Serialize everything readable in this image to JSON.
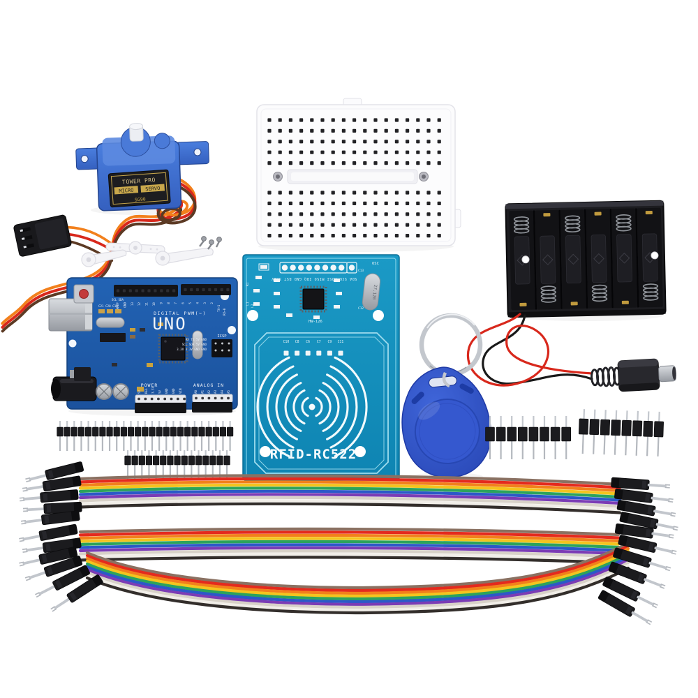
{
  "kit": {
    "components": [
      "micro-servo-sg90",
      "servo-horns",
      "mounting-screws",
      "mini-breadboard",
      "six-aa-battery-holder",
      "dc-barrel-plug",
      "arduino-uno-board",
      "rfid-rc522-module",
      "rfid-key-fob",
      "metal-keyring",
      "male-pin-headers",
      "rainbow-jumper-wire-ribbons"
    ]
  },
  "palette": {
    "background": "#ffffff",
    "arduino_pcb": "#1e5cab",
    "rfid_pcb": "#1591bd",
    "fob_blue": "#2f55cf",
    "servo_blue": "#3e6fd2",
    "plastic_black": "#1b1b1e",
    "metal_silver": "#c2c6cc",
    "ribbon": [
      "#8a7162",
      "#e42a1e",
      "#f2801c",
      "#f4c41e",
      "#2ca35c",
      "#2b59c8",
      "#7b3cb5",
      "#d8d2c8",
      "#f1eee8",
      "#332e2b"
    ],
    "servo_wires": [
      "#f2801c",
      "#d8281c",
      "#5c3a24"
    ],
    "battery_wires": [
      "#d8281c",
      "#191919"
    ]
  },
  "servo": {
    "brand": "TOWER PRO",
    "word1": "MICRO",
    "word2": "SERVO",
    "model": "SG90"
  },
  "arduino": {
    "title": "UNO",
    "digital_label": "DIGITAL PWM(~)",
    "power_label": "POWER",
    "analog_label": "ANALOG IN",
    "icsp_label": "ICSP",
    "tx_label": "TX→1",
    "rx_label": "RX←0",
    "comm_row1": "RX TX 5V GND",
    "comm_row2": "SCL SDA 5V GND",
    "comm_row3": "3.3V 3.3V GND GND",
    "silk_top": "SCL SDA",
    "cap_refs": "C21 C20 C16",
    "digital_pins": [
      "AREF",
      "GND",
      "13",
      "12",
      "11",
      "10",
      "9",
      "8",
      "7",
      "6",
      "5",
      "4",
      "3",
      "2"
    ],
    "power_pins": [
      "5V",
      "RES",
      "3.3V",
      "5V",
      "GND",
      "GND",
      "VIN"
    ],
    "analog_pins": [
      "A0",
      "A1",
      "A2",
      "A3",
      "A4",
      "A5"
    ]
  },
  "rfid": {
    "model": "RFID-RC522",
    "board_ref": "HW-126",
    "osc_label": "OSC",
    "crystal_freq": "27.120",
    "header_pins": "SDA SCK MOSI MISO IRQ GND RST 3.3V",
    "cap_refs": [
      "C10",
      "C8",
      "C6",
      "C7",
      "C9",
      "C11"
    ],
    "c13": "C13",
    "c12": "C12",
    "r1": "R1",
    "l1": "L1",
    "l2": "L2"
  }
}
